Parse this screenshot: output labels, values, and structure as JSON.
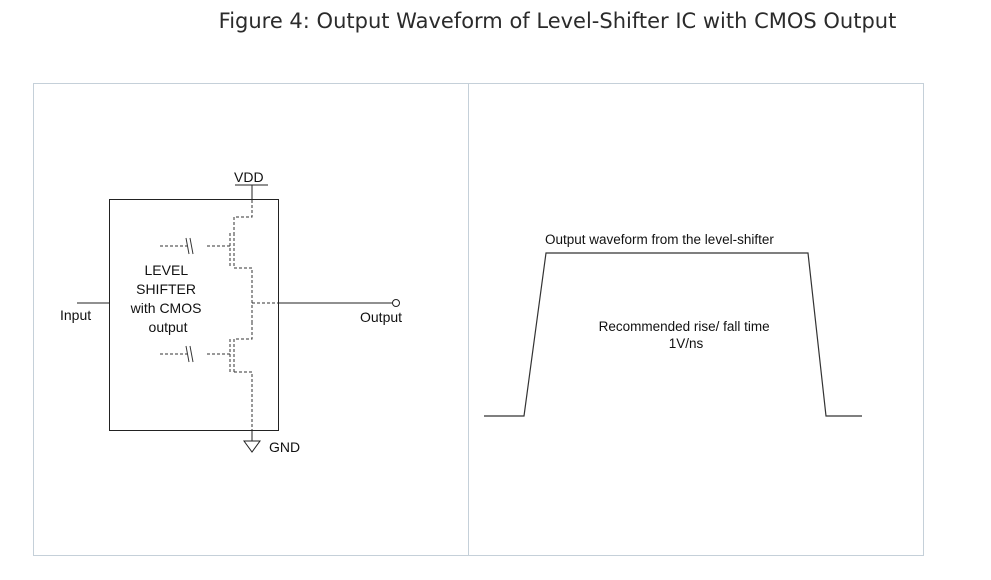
{
  "caption": "Figure 4: Output Waveform of Level-Shifter IC with CMOS Output",
  "schematic": {
    "supply_label": "VDD",
    "ground_label": "GND",
    "input_label": "Input",
    "output_label": "Output",
    "block_label_lines": [
      "LEVEL",
      "SHIFTER",
      "with CMOS",
      "output"
    ]
  },
  "waveform": {
    "label": "Output waveform from the level-shifter",
    "note_lines": [
      "Recommended rise/ fall time",
      "1V/ns"
    ]
  }
}
